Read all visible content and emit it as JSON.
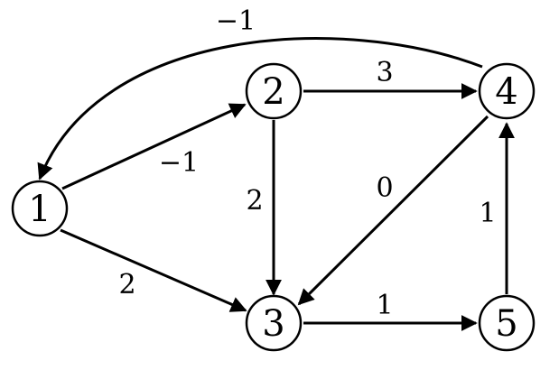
{
  "nodes": [
    {
      "id": "1",
      "label": "1"
    },
    {
      "id": "2",
      "label": "2"
    },
    {
      "id": "3",
      "label": "3"
    },
    {
      "id": "4",
      "label": "4"
    },
    {
      "id": "5",
      "label": "5"
    }
  ],
  "edges": [
    {
      "from": "1",
      "to": "2",
      "weight": "−1"
    },
    {
      "from": "1",
      "to": "3",
      "weight": "2"
    },
    {
      "from": "2",
      "to": "4",
      "weight": "3"
    },
    {
      "from": "2",
      "to": "3",
      "weight": "2"
    },
    {
      "from": "4",
      "to": "3",
      "weight": "0"
    },
    {
      "from": "3",
      "to": "5",
      "weight": "1"
    },
    {
      "from": "5",
      "to": "4",
      "weight": "1"
    },
    {
      "from": "4",
      "to": "1",
      "weight": "−1"
    }
  ]
}
